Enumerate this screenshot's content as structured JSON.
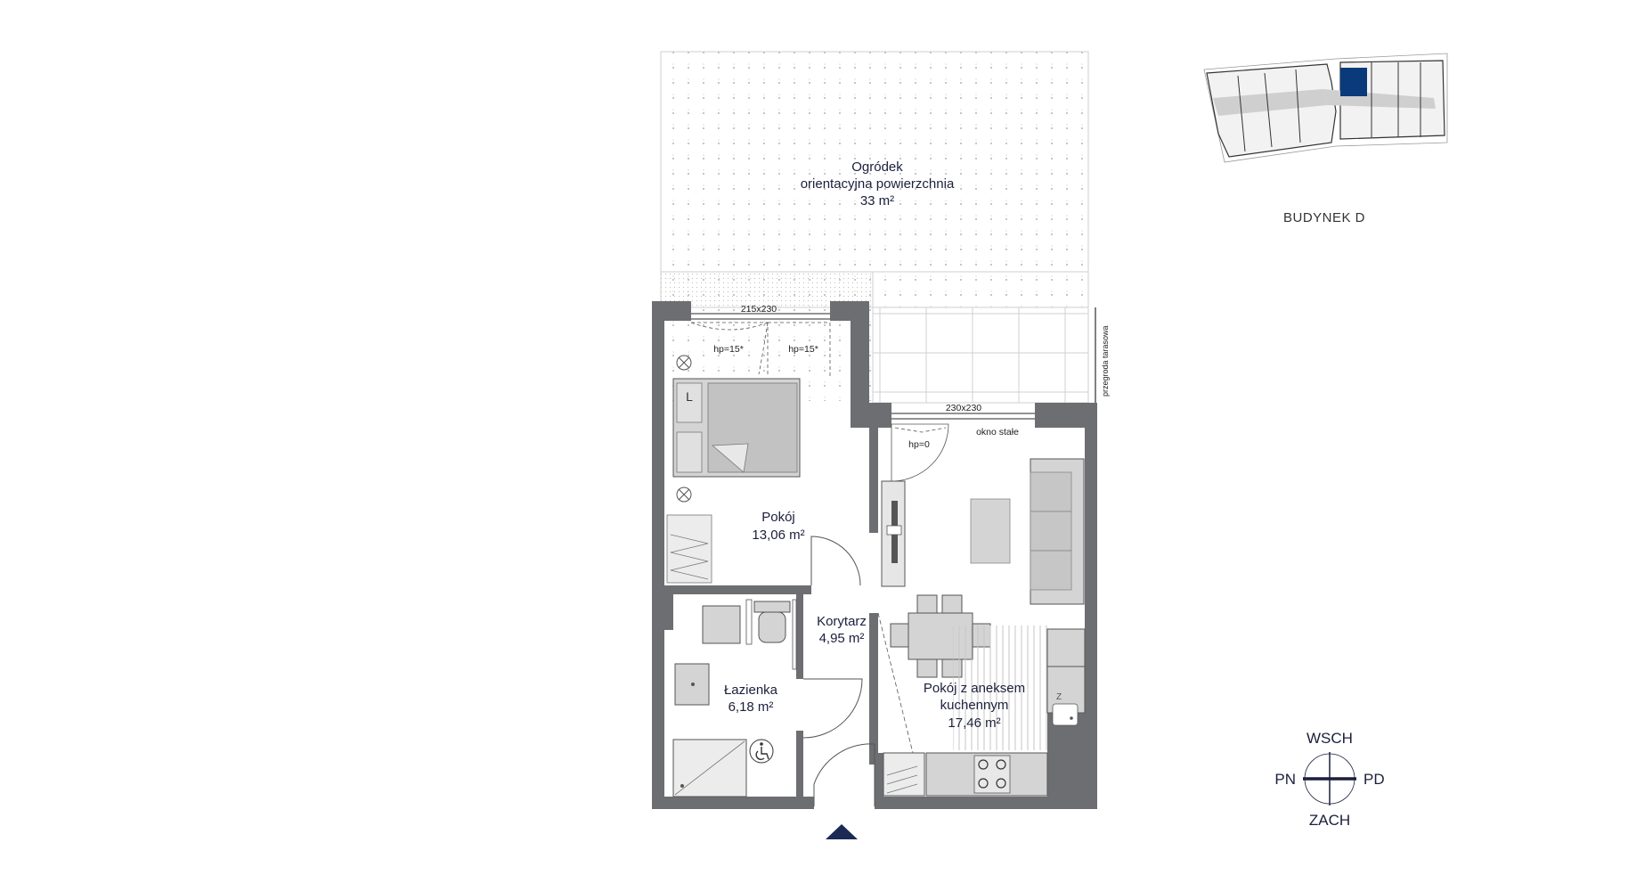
{
  "garden": {
    "name": "Ogródek",
    "note": "orientacyjna powierzchnia",
    "area": "33 m²"
  },
  "rooms": {
    "bedroom": {
      "name": "Pokój",
      "area": "13,06 m²"
    },
    "corridor": {
      "name": "Korytarz",
      "area": "4,95 m²"
    },
    "bathroom": {
      "name": "Łazienka",
      "area": "6,18 m²"
    },
    "living": {
      "line1": "Pokój z aneksem",
      "line2": "kuchennym",
      "area": "17,46 m²"
    }
  },
  "windows": {
    "bedroom_size": "215x230",
    "living_size": "230x230",
    "hp_left": "hp=15*",
    "hp_right": "hp=15*",
    "hp_living": "hp=0",
    "fixed_window": "okno stałe",
    "terrace_divider": "przegroda tarasowa"
  },
  "fixtures": {
    "bed_letter": "L"
  },
  "building": {
    "label": "BUDYNEK D"
  },
  "compass": {
    "north_label": "WSCH",
    "south_label": "ZACH",
    "west_label": "PN",
    "east_label": "PD"
  },
  "colors": {
    "wall": "#6d6e71",
    "text": "#1b1f3b",
    "highlight": "#0b3a7a",
    "entrance": "#1b2a55",
    "furniture": "#d4d4d4"
  }
}
